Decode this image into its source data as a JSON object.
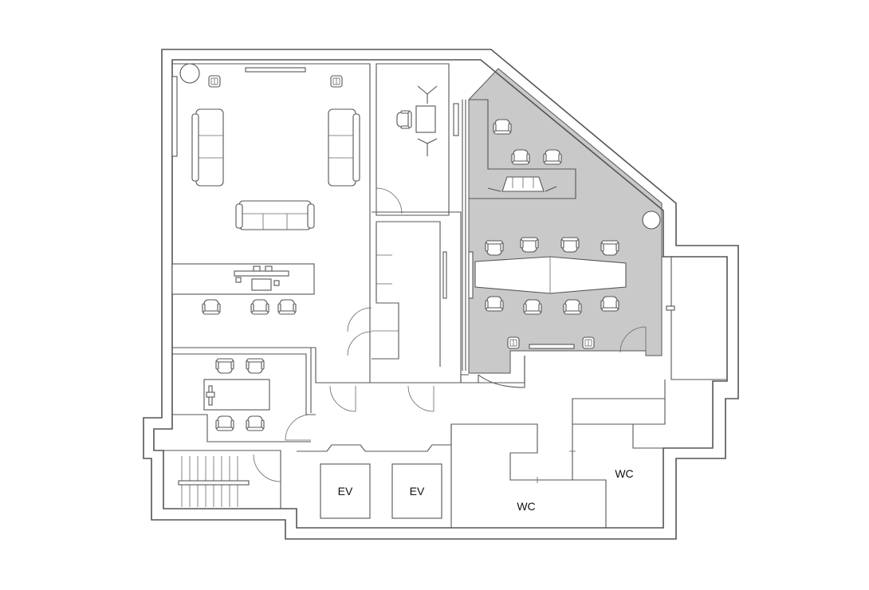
{
  "colors": {
    "highlight": "#c9c9c9",
    "line": "#555555",
    "background": "#ffffff"
  },
  "labels": {
    "ev_left": "EV",
    "ev_right": "EV",
    "wc_lower": "WC",
    "wc_upper": "WC"
  }
}
